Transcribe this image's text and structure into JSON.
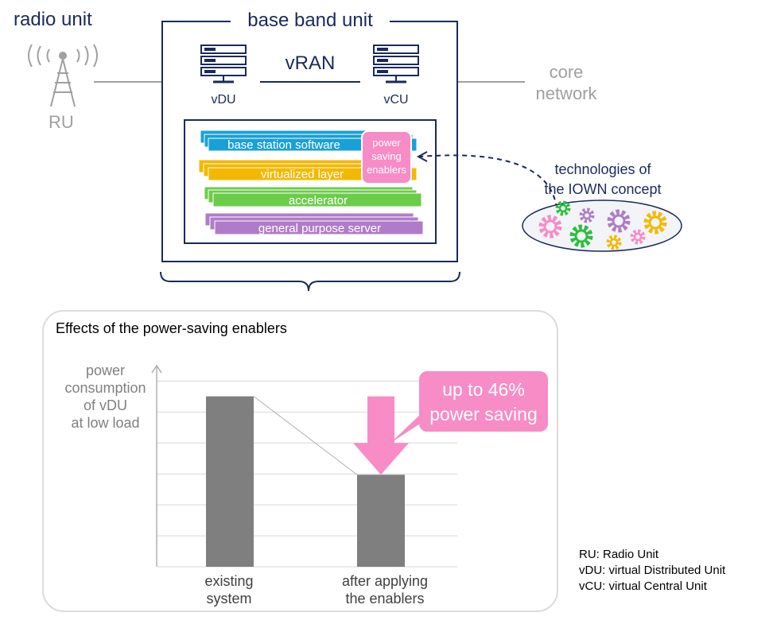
{
  "radio_unit": {
    "title": "radio unit",
    "ru_label": "RU"
  },
  "bbu": {
    "title": "base band unit",
    "vran_label": "vRAN",
    "vdu_label": "vDU",
    "vcu_label": "vCU",
    "layers": [
      "base station software",
      "virtualized layer",
      "accelerator",
      "general purpose server"
    ],
    "enablers_label": [
      "power",
      "saving",
      "enablers"
    ]
  },
  "core_network": [
    "core",
    "network"
  ],
  "iown": {
    "label_lines": [
      "technologies of",
      "the IOWN concept"
    ]
  },
  "effects_panel": {
    "title": "Effects of the power-saving enablers",
    "callout_lines": [
      "up to 46%",
      "power saving"
    ]
  },
  "chart_data": {
    "type": "bar",
    "categories": [
      "existing\nsystem",
      "after applying\nthe enablers"
    ],
    "values": [
      100,
      54
    ],
    "ylabel": "power\nconsumption\nof vDU\nat low load",
    "ylim": [
      0,
      118
    ],
    "grid": true
  },
  "legend": [
    "RU: Radio Unit",
    "vDU: virtual Distributed Unit",
    "vCU: virtual Central Unit"
  ],
  "colors": {
    "navy": "#1a2a5e",
    "grey": "#a0a0a0",
    "sw_blue": "#1aa0d8",
    "virt_yellow": "#f5b800",
    "accel_green": "#6ccc4a",
    "server_purple": "#b07cc8",
    "pink": "#f78cc6",
    "bar_grey": "#7f7f7f"
  }
}
